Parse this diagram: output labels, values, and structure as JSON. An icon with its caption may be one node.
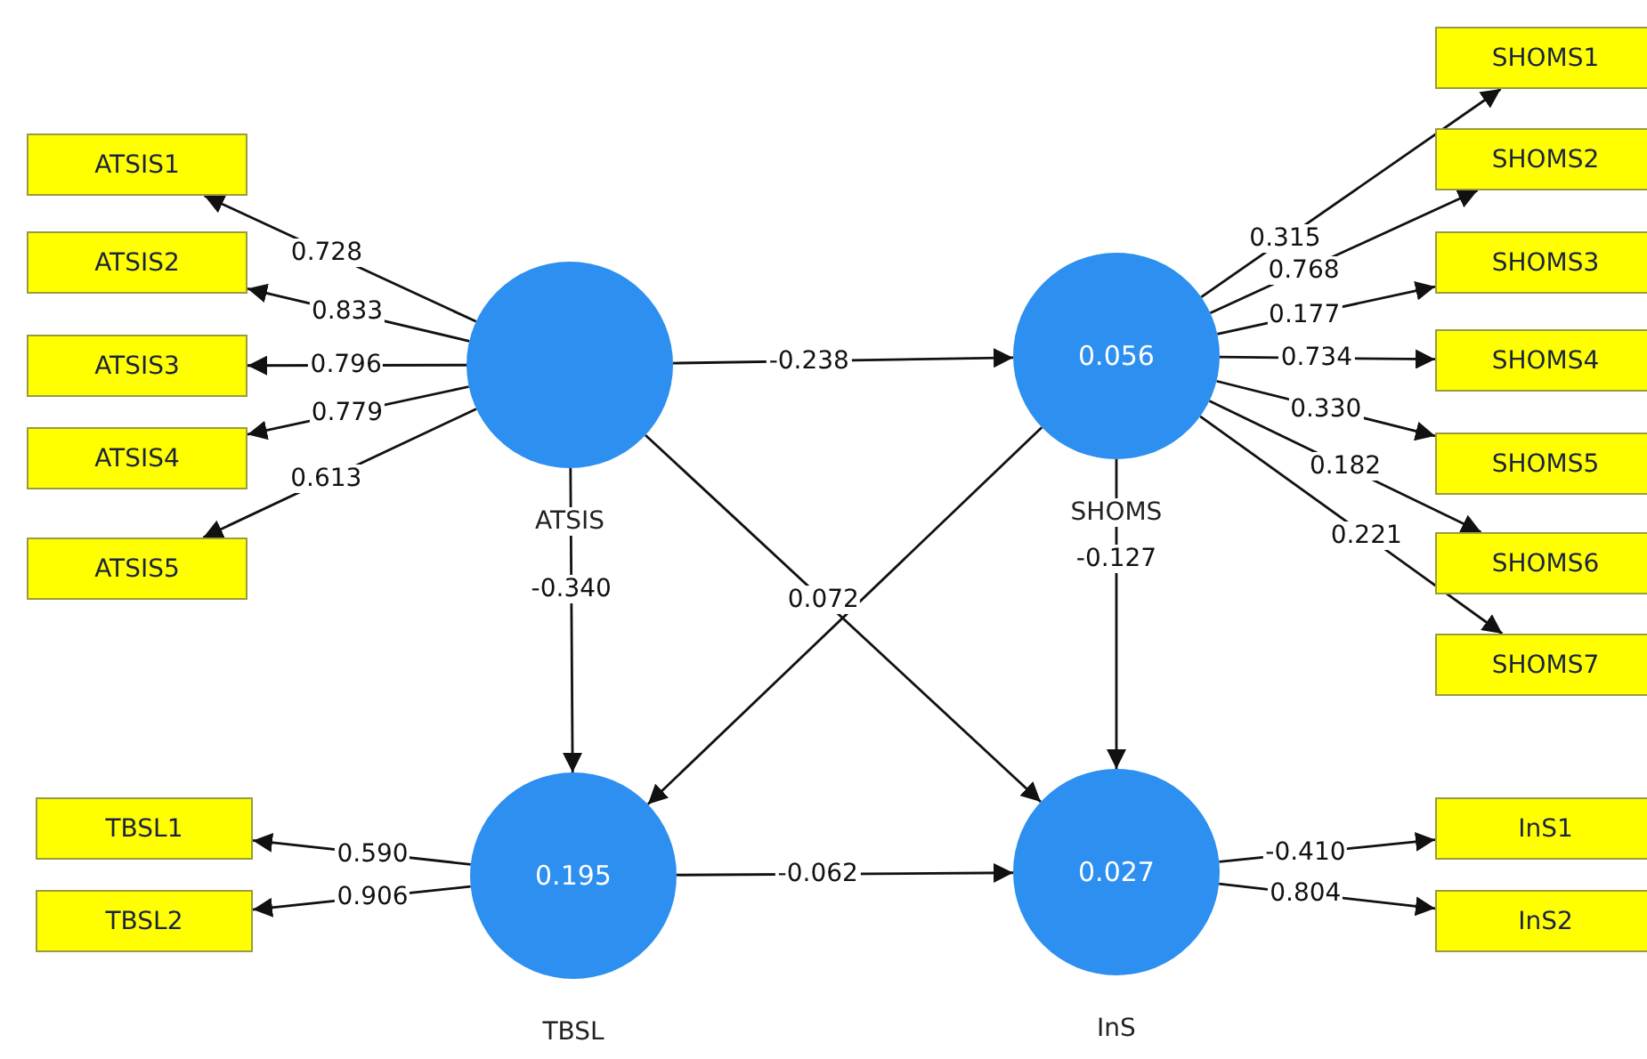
{
  "diagram": {
    "nodes": [
      {
        "text": [
          "ATSIS1"
        ]
      },
      {
        "text": [
          "ATSIS2"
        ]
      },
      {
        "text": [
          "ATSIS3"
        ]
      },
      {
        "text": [
          "ATSIS4"
        ]
      },
      {
        "text": [
          "ATSIS5"
        ]
      },
      {
        "text": [],
        "shape": "circle",
        "beside": [
          "ATSIS"
        ]
      },
      {
        "text": [
          "0.056"
        ],
        "beside": [
          "SHOMS"
        ]
      },
      {
        "text": [
          "SHOMS1"
        ]
      },
      {
        "text": [
          "SHOMS2"
        ]
      },
      {
        "text": [
          "SHOMS3"
        ]
      },
      {
        "text": [
          "SHOMS4"
        ]
      },
      {
        "text": [
          "SHOMS5"
        ]
      },
      {
        "text": [
          "SHOMS6"
        ]
      },
      {
        "text": [
          "SHOMS7"
        ]
      },
      {
        "text": [
          "TBSL1"
        ]
      },
      {
        "text": [
          "TBSL2"
        ]
      },
      {
        "text": [
          "0.195"
        ],
        "beside": [
          "TBSL"
        ]
      },
      {
        "text": [
          "0.027"
        ],
        "beside": [
          "InS"
        ]
      },
      {
        "text": [
          "InS1"
        ]
      },
      {
        "text": [
          "InS2"
        ]
      }
    ],
    "edges": [
      {
        "from": 5,
        "to": 0,
        "arrow": "to",
        "label": "0.728"
      },
      {
        "from": 5,
        "to": 1,
        "arrow": "to",
        "label": "0.833"
      },
      {
        "from": 5,
        "to": 2,
        "arrow": "to",
        "label": "0.796"
      },
      {
        "from": 5,
        "to": 3,
        "arrow": "to",
        "label": "0.779"
      },
      {
        "from": 5,
        "to": 4,
        "arrow": "to",
        "label": "0.613"
      },
      {
        "from": 5,
        "to": 6,
        "arrow": "to",
        "label": "-0.238"
      },
      {
        "from": 6,
        "to": 7,
        "arrow": "to",
        "label": "0.315"
      },
      {
        "from": 6,
        "to": 8,
        "arrow": "to",
        "label": "0.768"
      },
      {
        "from": 6,
        "to": 9,
        "arrow": "to",
        "label": "0.177"
      },
      {
        "from": 6,
        "to": 10,
        "arrow": "to",
        "label": "0.734"
      },
      {
        "from": 6,
        "to": 11,
        "arrow": "to",
        "label": "0.330"
      },
      {
        "from": 6,
        "to": 12,
        "arrow": "to",
        "label": "0.182"
      },
      {
        "from": 6,
        "to": 13,
        "arrow": "to",
        "label": "0.221"
      },
      {
        "from": 5,
        "to": 16,
        "arrow": "to",
        "label": "-0.340"
      },
      {
        "from": 5,
        "to": 17,
        "arrow": "to",
        "label": "0.072"
      },
      {
        "from": 6,
        "to": 16,
        "arrow": "to"
      },
      {
        "from": 6,
        "to": 17,
        "arrow": "to",
        "label": "-0.127"
      },
      {
        "from": 16,
        "to": 14,
        "arrow": "to",
        "label": "0.590"
      },
      {
        "from": 16,
        "to": 15,
        "arrow": "to",
        "label": "0.906"
      },
      {
        "from": 16,
        "to": 17,
        "arrow": "to",
        "label": "-0.062"
      },
      {
        "from": 17,
        "to": 18,
        "arrow": "to",
        "label": "-0.410"
      },
      {
        "from": 17,
        "to": 19,
        "arrow": "to",
        "label": "0.804"
      }
    ]
  }
}
